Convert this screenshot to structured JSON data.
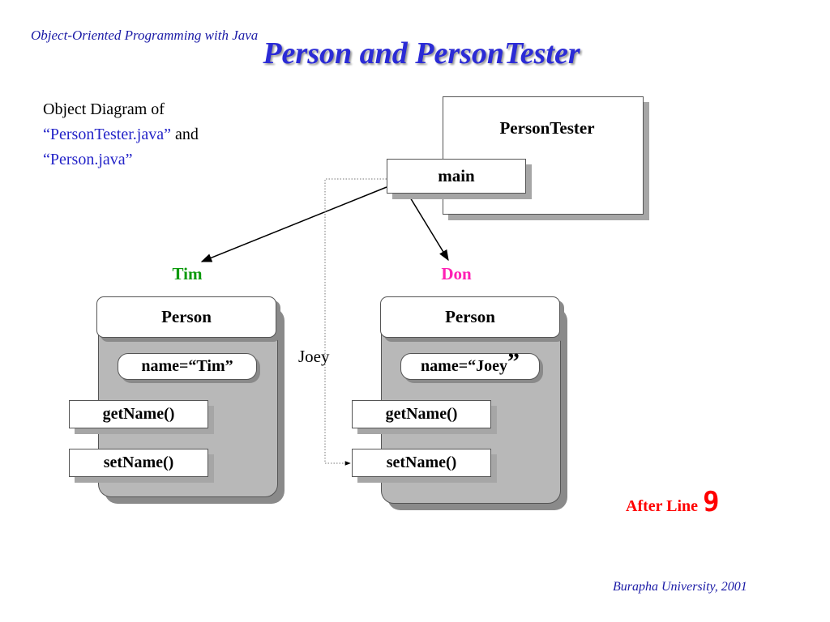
{
  "header": {
    "course": "Object-Oriented Programming with Java",
    "title": "Person and PersonTester"
  },
  "caption": {
    "line1": "Object Diagram of",
    "file1": "“PersonTester.java”",
    "and": " and",
    "file2": "“Person.java”"
  },
  "tester": {
    "class_label": "PersonTester",
    "method_label": "main"
  },
  "objects": [
    {
      "ref_name": "Tim",
      "ref_color": "#0b9a0b",
      "class_label": "Person",
      "field_label": "name=“Tim”",
      "methods": [
        "getName()",
        "setName()"
      ]
    },
    {
      "ref_name": "Don",
      "ref_color": "#ff1fb4",
      "class_label": "Person",
      "field_label": "name=“Joey",
      "field_close_quote": "”",
      "methods": [
        "getName()",
        "setName()"
      ]
    }
  ],
  "call_argument": "Joey",
  "status": {
    "after_line_label": "After Line",
    "line_number": "9"
  },
  "footer": {
    "institution": "Burapha University, 2001"
  },
  "colors": {
    "title": "#2b2bd6",
    "header_text": "#1a1aa6",
    "status": "#ff0000"
  }
}
